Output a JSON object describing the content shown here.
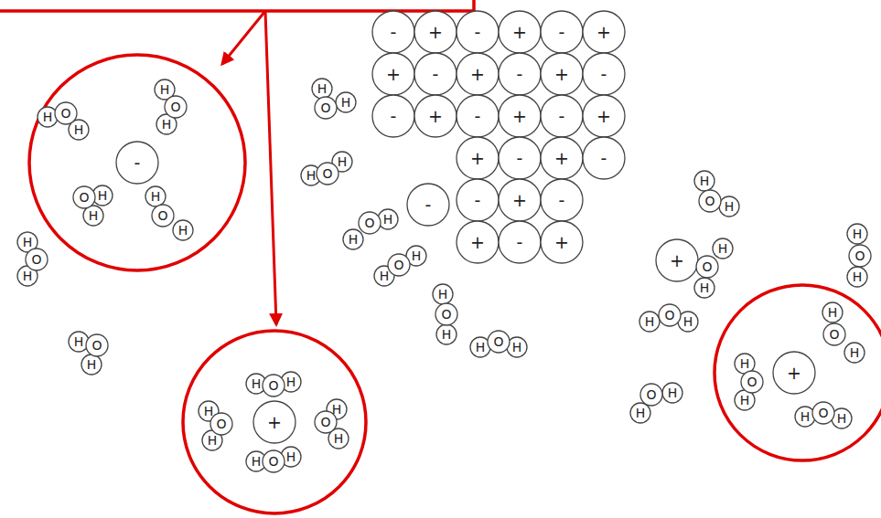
{
  "diagram": {
    "nodes": [
      {
        "text": [
          "-"
        ]
      },
      {
        "text": [
          "+"
        ]
      },
      {
        "text": [
          "-"
        ]
      },
      {
        "text": [
          "+"
        ]
      },
      {
        "text": [
          "-"
        ]
      },
      {
        "text": [
          "+"
        ]
      },
      {
        "text": [
          "+"
        ]
      },
      {
        "text": [
          "-"
        ]
      },
      {
        "text": [
          "+"
        ]
      },
      {
        "text": [
          "-"
        ]
      },
      {
        "text": [
          "+"
        ]
      },
      {
        "text": [
          "-"
        ]
      },
      {
        "text": [
          "-"
        ]
      },
      {
        "text": [
          "+"
        ]
      },
      {
        "text": [
          "-"
        ]
      },
      {
        "text": [
          "+"
        ]
      },
      {
        "text": [
          "-"
        ]
      },
      {
        "text": [
          "+"
        ]
      },
      {
        "text": [
          "+"
        ]
      },
      {
        "text": [
          "-"
        ]
      },
      {
        "text": [
          "+"
        ]
      },
      {
        "text": [
          "-"
        ]
      },
      {
        "text": [
          "-"
        ]
      },
      {
        "text": [
          "+"
        ]
      },
      {
        "text": [
          "-"
        ]
      },
      {
        "text": [
          "+"
        ]
      },
      {
        "text": [
          "-"
        ]
      },
      {
        "text": [
          "+"
        ]
      },
      {
        "text": [
          "-"
        ]
      },
      {
        "text": [
          "-"
        ]
      },
      {
        "text": [
          "+"
        ]
      },
      {
        "text": [
          "+"
        ]
      },
      {
        "text": [
          "+"
        ]
      },
      {
        "text": [
          "H",
          "O",
          "H"
        ]
      },
      {
        "text": [
          "H",
          "O",
          "H"
        ]
      },
      {
        "text": [
          "H",
          "O",
          "H"
        ]
      },
      {
        "text": [
          "H",
          "O",
          "H"
        ]
      },
      {
        "text": [
          "H",
          "O",
          "H"
        ]
      },
      {
        "text": [
          "H",
          "O",
          "H"
        ]
      },
      {
        "text": [
          "H",
          "O",
          "H"
        ]
      },
      {
        "text": [
          "H",
          "O",
          "H"
        ]
      },
      {
        "text": [
          "H",
          "O",
          "H"
        ]
      },
      {
        "text": [
          "H",
          "O",
          "H"
        ]
      },
      {
        "text": [
          "H",
          "O",
          "H"
        ]
      },
      {
        "text": [
          "H",
          "O",
          "H"
        ]
      },
      {
        "text": [
          "H",
          "O",
          "H"
        ]
      },
      {
        "text": [
          "H",
          "O",
          "H"
        ]
      },
      {
        "text": [
          "H",
          "O",
          "H"
        ]
      },
      {
        "text": [
          "H",
          "O",
          "H"
        ]
      },
      {
        "text": [
          "H",
          "O",
          "H"
        ]
      },
      {
        "text": [
          "H",
          "O",
          "H"
        ]
      },
      {
        "text": [
          "H",
          "O",
          "H"
        ]
      },
      {
        "text": [
          "H",
          "O",
          "H"
        ]
      },
      {
        "text": [
          "H",
          "O",
          "H"
        ]
      },
      {
        "text": [
          "H",
          "O",
          "H"
        ]
      },
      {
        "text": [
          "H",
          "O",
          "H"
        ]
      },
      {
        "text": [
          "H",
          "O",
          "H"
        ]
      }
    ]
  }
}
